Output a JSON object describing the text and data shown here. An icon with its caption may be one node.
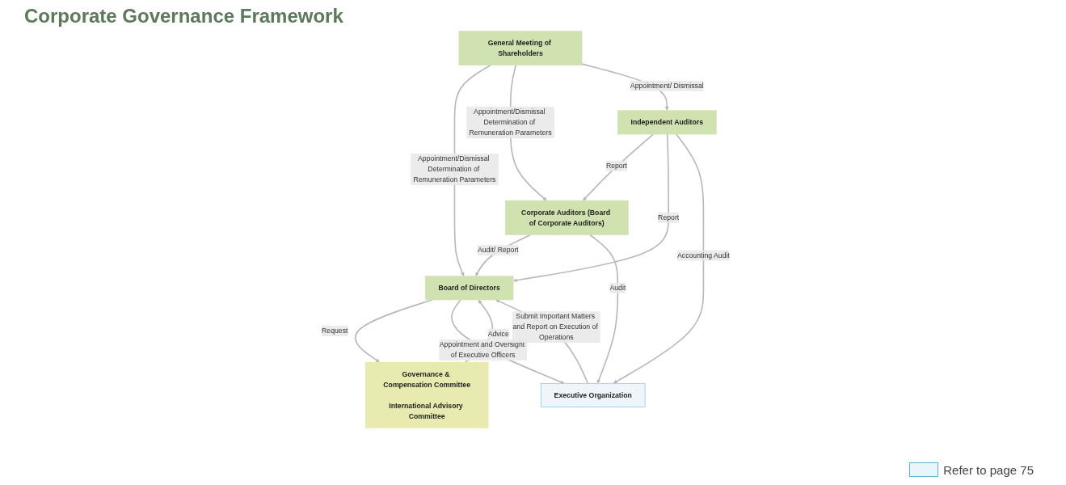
{
  "diagram": {
    "title": "Corporate Governance Framework",
    "nodes": [
      {
        "text": [
          "General Meeting of Shareholders"
        ]
      },
      {
        "text": [
          "Board of Directors"
        ]
      },
      {
        "text": [
          "Corporate Auditors (Board of Corporate Auditors)"
        ]
      },
      {
        "text": [
          "Independent Auditors"
        ]
      },
      {
        "text": [
          "Governance & Compensation Committee",
          "International Advisory Committee"
        ]
      },
      {
        "text": [
          "Executive Organization"
        ]
      }
    ],
    "edges": [
      {
        "from": 0,
        "to": 1,
        "arrow": "to",
        "label": "Appointment/Dismissal Determination of Remuneration Parameters"
      },
      {
        "from": 0,
        "to": 2,
        "arrow": "to",
        "label": "Appointment/Dismissal Determination of Remuneration Parameters"
      },
      {
        "from": 0,
        "to": 3,
        "arrow": "to",
        "label": "Appointment/ Dismissal"
      },
      {
        "from": 1,
        "to": 4,
        "arrow": "to",
        "label": "Request"
      },
      {
        "from": 4,
        "to": 1,
        "arrow": "to",
        "label": "Advice"
      },
      {
        "from": 2,
        "to": 1,
        "arrow": "to",
        "label": "Audit/ Report"
      },
      {
        "from": 3,
        "to": 2,
        "arrow": "to",
        "label": "Report"
      },
      {
        "from": 3,
        "to": 1,
        "arrow": "to",
        "label": "Report"
      },
      {
        "from": 1,
        "to": 5,
        "arrow": "to",
        "label": "Appointment and Oversight of Executive Officers"
      },
      {
        "from": 5,
        "to": 1,
        "arrow": "to",
        "label": "Submit Important Matters and Report on Execution of Operations"
      },
      {
        "from": 2,
        "to": 5,
        "arrow": "to",
        "label": "Audit"
      },
      {
        "from": 3,
        "to": 5,
        "arrow": "to",
        "label": "Accounting Audit"
      }
    ],
    "legend": [
      {
        "text": "Refer to page 75",
        "color": "#eaf4fb"
      }
    ]
  }
}
